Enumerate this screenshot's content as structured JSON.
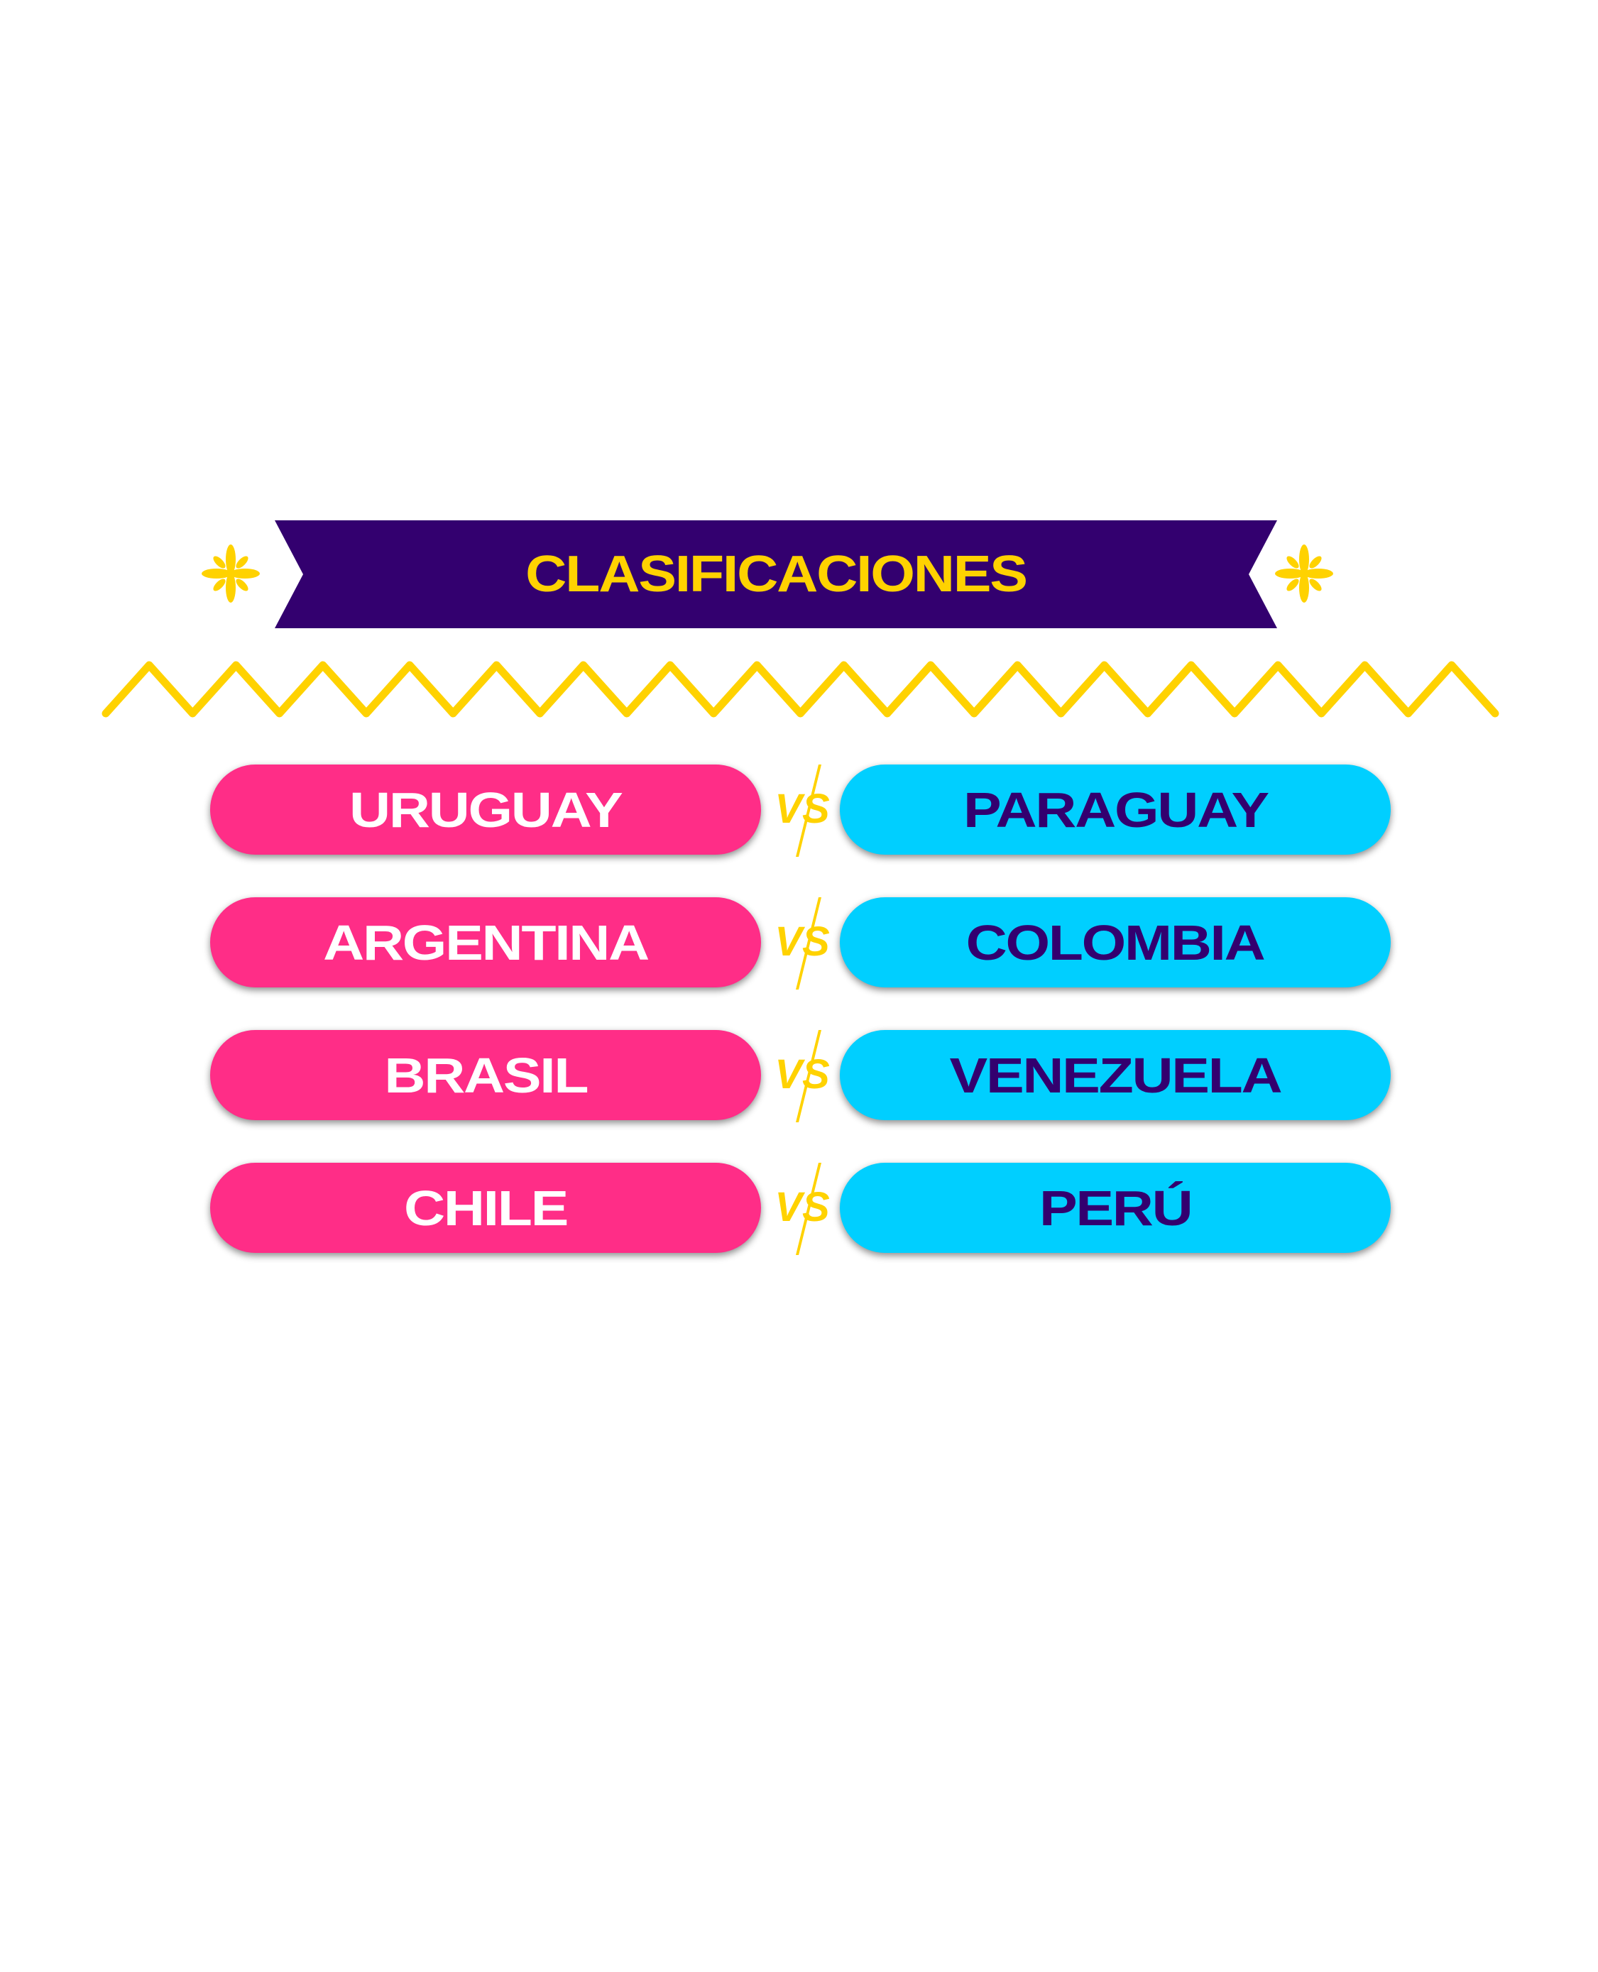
{
  "title": "CLASIFICACIONES",
  "colors": {
    "banner": "#33006f",
    "accent": "#ffd200",
    "home": "#ff2d87",
    "away": "#00cfff",
    "away_text": "#33006f"
  },
  "vs_label": "VS",
  "matches": [
    {
      "home": "URUGUAY",
      "away": "PARAGUAY"
    },
    {
      "home": "ARGENTINA",
      "away": "COLOMBIA"
    },
    {
      "home": "BRASIL",
      "away": "VENEZUELA"
    },
    {
      "home": "CHILE",
      "away": "PERÚ"
    }
  ]
}
